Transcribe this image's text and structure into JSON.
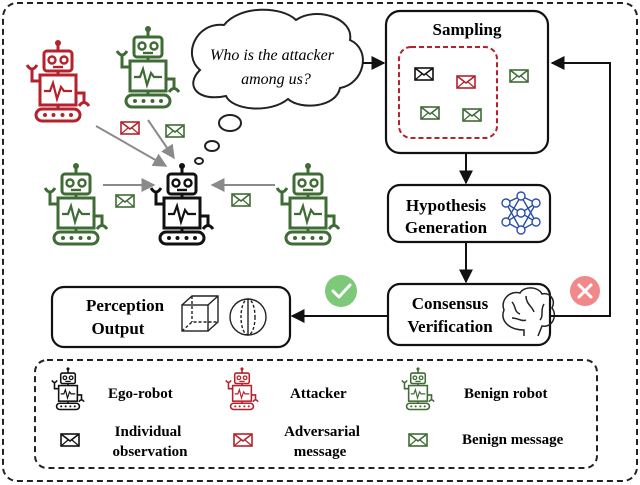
{
  "speech_bubble": {
    "line1": "Who is the attacker",
    "line2": "among us?"
  },
  "boxes": {
    "sampling": "Sampling",
    "hypothesis_line1": "Hypothesis",
    "hypothesis_line2": "Generation",
    "consensus_line1": "Consensus",
    "consensus_line2": "Verification",
    "perception_line1": "Perception",
    "perception_line2": "Output"
  },
  "legend": {
    "ego_robot": "Ego-robot",
    "attacker": "Attacker",
    "benign_robot": "Benign robot",
    "individual_line1": "Individual",
    "individual_line2": "observation",
    "adversarial_line1": "Adversarial",
    "adversarial_line2": "message",
    "benign_message": "Benign message"
  },
  "icons": {
    "success": "check-icon",
    "failure": "cross-icon",
    "hypothesis": "neural-network-icon",
    "consensus": "brain-icon",
    "perception": [
      "cube-icon",
      "sphere-icon"
    ]
  },
  "colors": {
    "attacker": "#b5222b",
    "benign": "#3f6b35",
    "ego": "#111111",
    "success": "#7ec87a",
    "failure": "#f08a8a",
    "neural": "#2a4fa8",
    "arrow_gray": "#8a8a8a"
  }
}
